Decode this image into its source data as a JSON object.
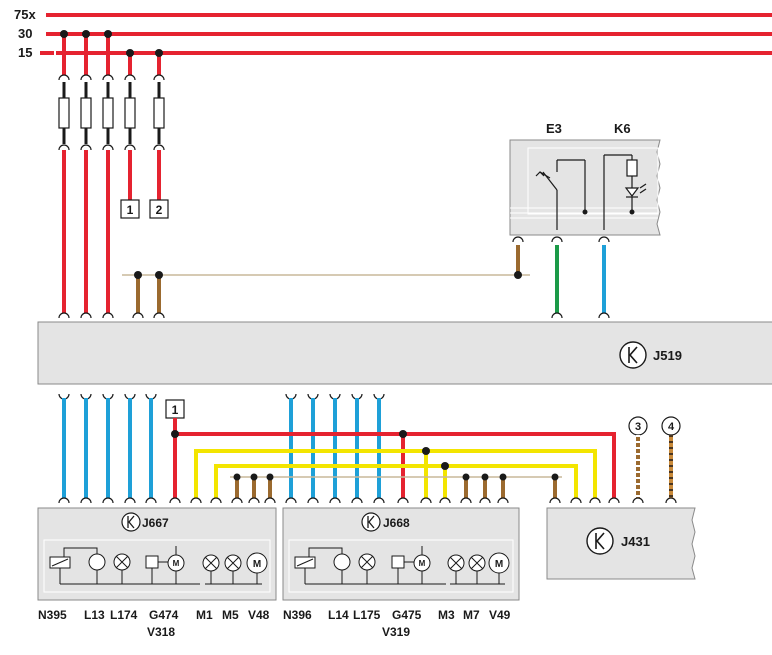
{
  "rails": {
    "r75x": "75x",
    "r30": "30",
    "r15": "15"
  },
  "markers": {
    "m1": "1",
    "m2": "2",
    "m1b": "1",
    "m3": "3",
    "m4": "4"
  },
  "units": {
    "switch_block": {
      "e3": "E3",
      "k6": "K6"
    },
    "j519": "J519",
    "j667": "J667",
    "j668": "J668",
    "j431": "J431"
  },
  "components": {
    "n395": "N395",
    "l13": "L13",
    "l174": "L174",
    "g474": "G474",
    "v318": "V318",
    "m1": "M1",
    "m5": "M5",
    "v48": "V48",
    "n396": "N396",
    "l14": "L14",
    "l175": "L175",
    "g475": "G475",
    "v319": "V319",
    "m3": "M3",
    "m7": "M7",
    "v49": "V49"
  },
  "colors": {
    "red": "#e52330",
    "blue": "#1ea0d8",
    "yellow": "#f3e500",
    "brown": "#9b6a2f",
    "green": "#1b9a48",
    "box": "#e4e4e4",
    "thin": "#c9b89a"
  }
}
